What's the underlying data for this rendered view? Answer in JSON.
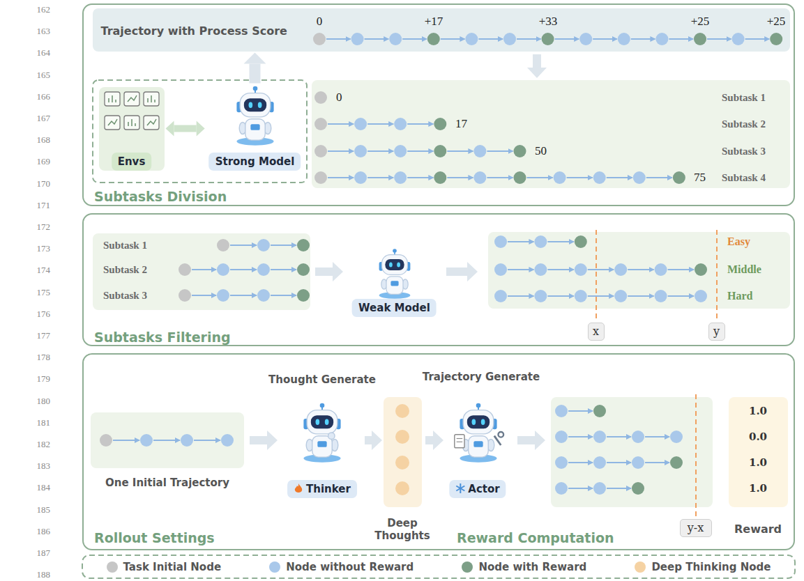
{
  "diagram": {
    "nodes": [
      {
        "text": [
          "Subtasks Division"
        ]
      },
      {
        "text": [
          "Trajectory with Process Score"
        ],
        "in": 0
      },
      {
        "text": [
          "Envs"
        ],
        "in": 0
      },
      {
        "text": [
          "Strong Model"
        ],
        "in": 0
      },
      {
        "text": [
          "Subtasks Filtering"
        ]
      },
      {
        "text": [
          "Weak Model"
        ],
        "in": 4
      },
      {
        "text": [
          "x"
        ],
        "in": 4
      },
      {
        "text": [
          "y"
        ],
        "in": 4
      },
      {
        "text": [
          "Rollout Settings",
          "Reward Computation"
        ]
      },
      {
        "text": [
          "Thinker"
        ],
        "in": 8
      },
      {
        "text": [
          "Actor"
        ],
        "in": 8
      },
      {
        "text": [
          "y-x"
        ],
        "in": 8
      },
      {
        "text": [
          "1.0",
          "0.0",
          "1.0",
          "1.0",
          "Reward"
        ],
        "in": 8
      }
    ],
    "edges": [
      {
        "from": 2,
        "to": 3,
        "arrow": "both"
      },
      {
        "from": 3,
        "to": 1,
        "arrow": "to"
      }
    ],
    "labels": [
      "162",
      "163",
      "164",
      "165",
      "166",
      "167",
      "168",
      "169",
      "170",
      "171",
      "172",
      "173",
      "174",
      "175",
      "176",
      "177",
      "178",
      "179",
      "180",
      "181",
      "182",
      "183",
      "184",
      "185",
      "186",
      "187",
      "188",
      "0",
      "+17",
      "+33",
      "+25",
      "+25",
      "0",
      "Subtask 1",
      "17",
      "Subtask 2",
      "50",
      "Subtask 3",
      "75",
      "Subtask 4",
      "Subtask 1",
      "Subtask 2",
      "Subtask 3",
      "Easy",
      "Middle",
      "Hard",
      "Thought Generate",
      "Trajectory Generate",
      "One Initial Trajectory",
      "Deep Thoughts"
    ],
    "legend": [
      {
        "text": "Task Initial Node",
        "color": "#c6c6c6"
      },
      {
        "text": "Node without Reward",
        "color": "#a9c8ea"
      },
      {
        "text": "Node with Reward",
        "color": "#7d9f87"
      },
      {
        "text": "Deep Thinking Node",
        "color": "#f5d2a3"
      }
    ]
  }
}
